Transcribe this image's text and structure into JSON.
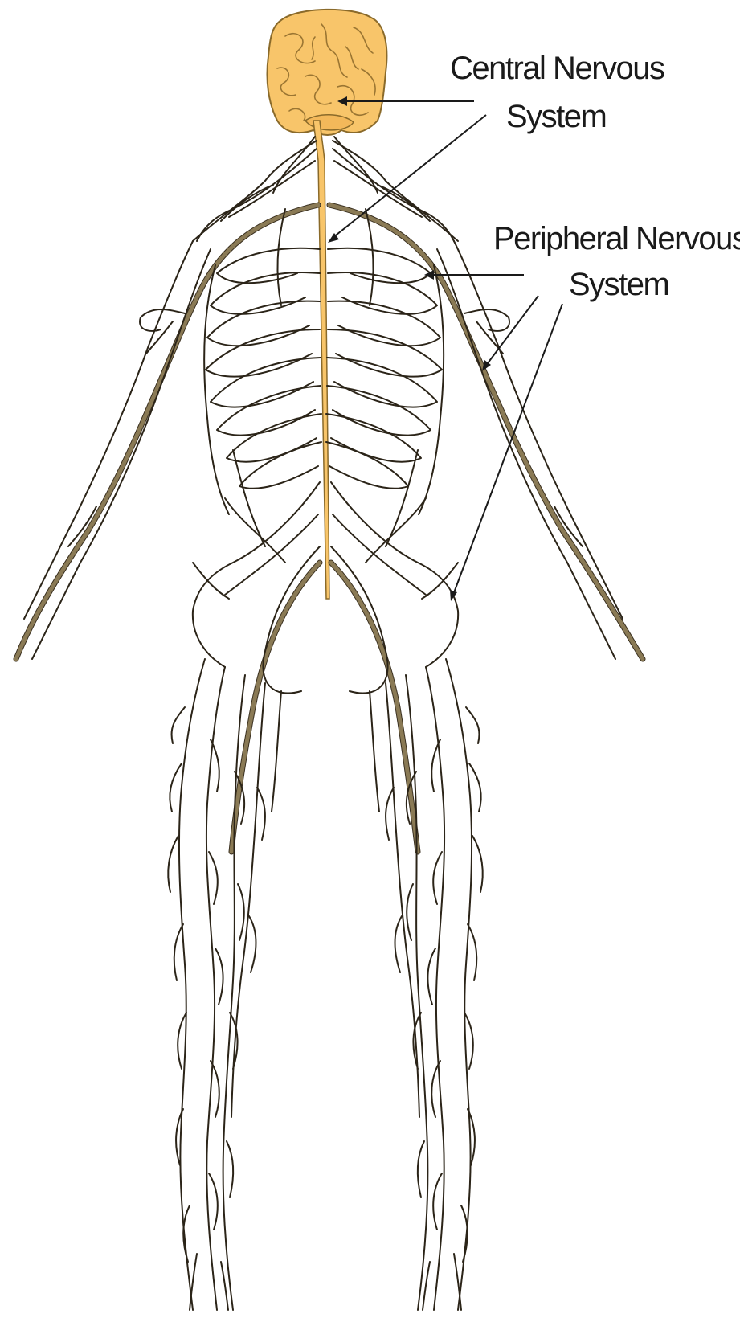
{
  "labels": {
    "cns_line1": "Central Nervous",
    "cns_line2": "System",
    "pns_line1": "Peripheral Nervous",
    "pns_line2": "System"
  },
  "colors": {
    "cns_fill": "#f8c56a",
    "cns_stroke": "#8a6a2a",
    "nerve": "#2b2418",
    "major_nerve": "#8a7a55",
    "text": "#1a1a1a",
    "background": "#ffffff"
  }
}
